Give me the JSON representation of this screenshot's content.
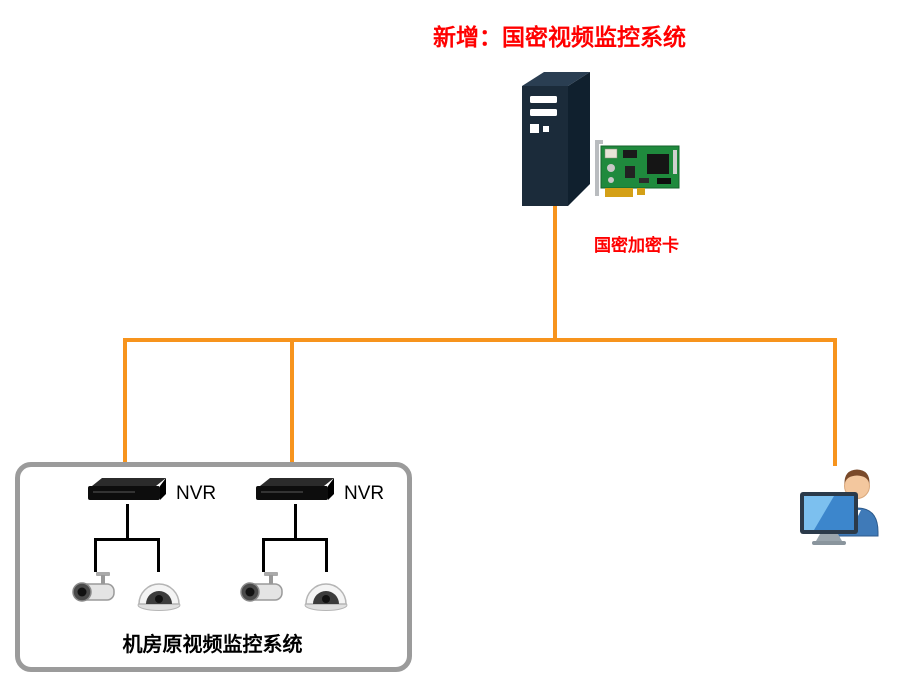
{
  "title": "新增：国密视频监控系统",
  "server": {
    "icon": "server-tower-icon",
    "card_icon": "pcie-encryption-card-icon",
    "card_label": "国密加密卡"
  },
  "legacy_system": {
    "label": "机房原视频监控系统",
    "nvrs": [
      {
        "label": "NVR"
      },
      {
        "label": "NVR"
      }
    ],
    "cameras": [
      "bullet-camera",
      "dome-camera",
      "bullet-camera",
      "dome-camera"
    ]
  },
  "client": {
    "icon": "client-workstation-icon"
  },
  "colors": {
    "title_red": "#ff0000",
    "connector_orange": "#f7941d",
    "camera_line_black": "#000000",
    "server_navy": "#1b2b3a",
    "box_border_gray": "#9b9b9b"
  }
}
